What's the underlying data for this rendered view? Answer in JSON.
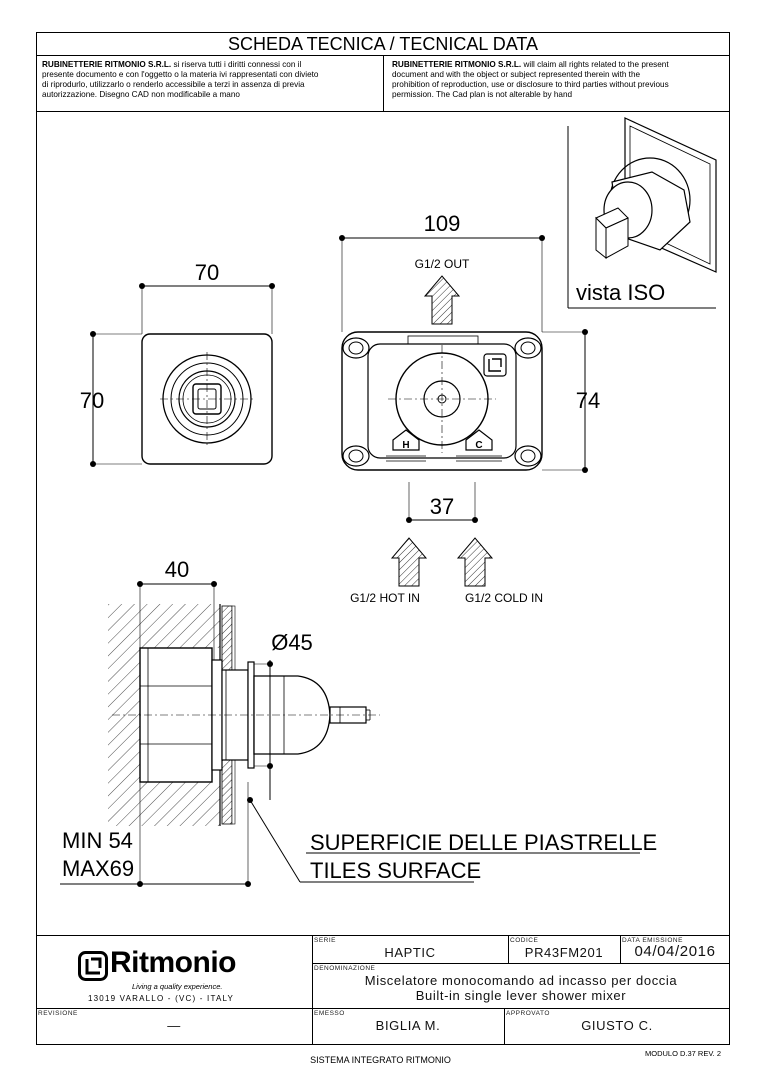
{
  "header": {
    "title": "SCHEDA TECNICA / TECNICAL DATA",
    "notice_it_company": "RUBINETTERIE RITMONIO S.R.L.",
    "notice_it_lines": [
      " si riserva tutti i diritti connessi con il",
      "presente documento e con l'oggetto o la materia ivi rappresentati con divieto",
      "di riprodurlo, utilizzarlo o renderlo accessibile a terzi in assenza di previa",
      "autorizzazione. Disegno CAD non modificabile a mano"
    ],
    "notice_en_company": "RUBINETTERIE RITMONIO S.R.L.",
    "notice_en_lines": [
      " will claim all rights related to the present",
      "document and with the object or subject represented therein with the",
      "prohibition  of reproduction, use or disclosure to third parties without previous",
      "permission.  The Cad plan is not alterable by hand"
    ]
  },
  "drawing": {
    "front_width": "70",
    "front_height": "70",
    "body_width": "109",
    "body_height": "74",
    "out_label": "G1/2 OUT",
    "inlet_spacing": "37",
    "hot_label": "G1/2 HOT IN",
    "cold_label": "G1/2 COLD IN",
    "hot_marker": "H",
    "cold_marker": "C",
    "iso_label": "vista ISO",
    "depth": "40",
    "diameter": "Ø45",
    "min_depth": "MIN 54",
    "max_depth": "MAX69",
    "surface_it": "SUPERFICIE DELLE PIASTRELLE",
    "surface_en": "TILES SURFACE"
  },
  "title_block": {
    "logo_text": "Ritmonio",
    "logo_tagline": "Living a quality experience.",
    "address": "13019 VARALLO - (VC) - ITALY",
    "serie_label": "SERIE",
    "serie_value": "HAPTIC",
    "codice_label": "CODICE",
    "codice_value": "PR43FM201",
    "data_label": "DATA  EMISSIONE",
    "data_value": "04/04/2016",
    "denominazione_label": "DENOMINAZIONE",
    "denominazione_it": "Miscelatore monocomando ad incasso per doccia",
    "denominazione_en": "Built-in single lever shower mixer",
    "revisione_label": "REVISIONE",
    "revisione_value": "—",
    "emesso_label": "EMESSO",
    "emesso_value": "BIGLIA M.",
    "approvato_label": "APPROVATO",
    "approvato_value": "GIUSTO C."
  },
  "footer": {
    "system": "SISTEMA INTEGRATO RITMONIO",
    "module": "MODULO D.37 REV. 2"
  }
}
